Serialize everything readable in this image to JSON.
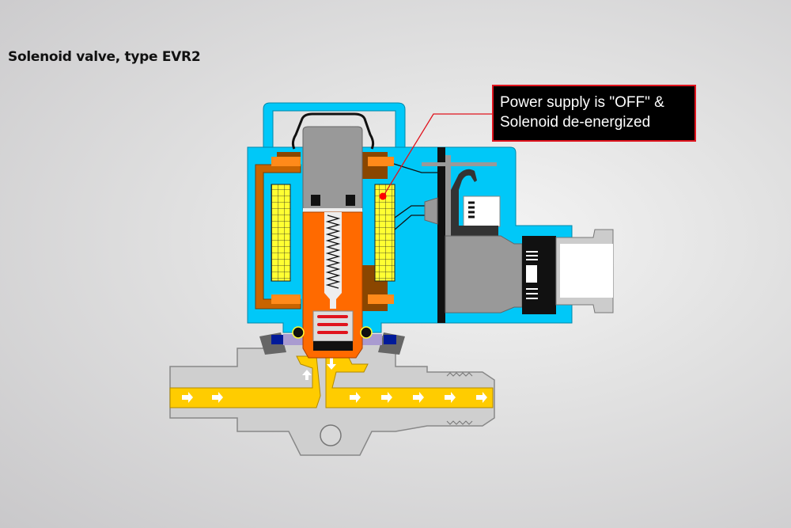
{
  "title": "Solenoid valve, type EVR2",
  "callout": {
    "line1": "Power supply is \"OFF\" &",
    "line2": "Solenoid de-energized"
  },
  "colors": {
    "housing": "#00c8f8",
    "coil": "#ffff33",
    "plunger": "#ff6a00",
    "refrigerant": "#ffcc00",
    "callout_border": "#e0141e"
  }
}
